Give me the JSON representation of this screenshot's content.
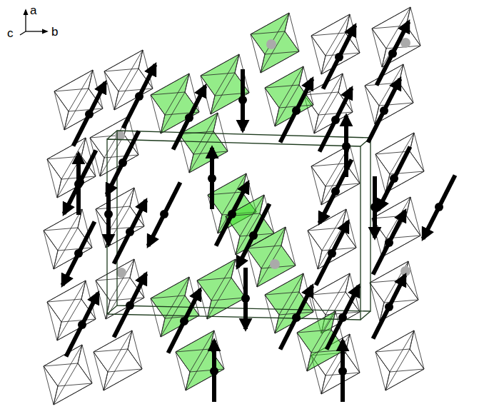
{
  "diagram": {
    "labels": [
      "a",
      "c",
      "b"
    ]
  }
}
